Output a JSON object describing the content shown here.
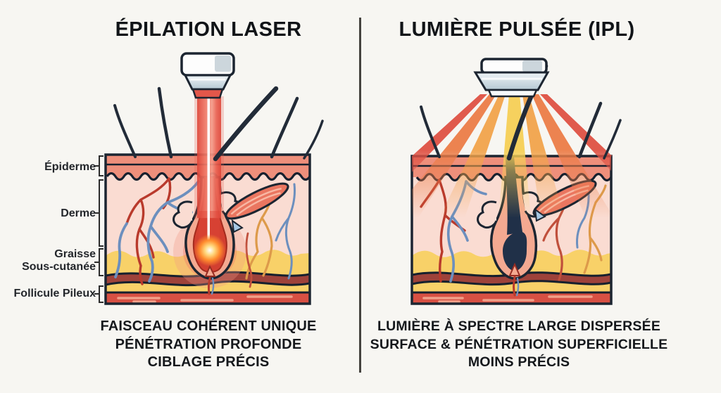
{
  "left": {
    "title": "ÉPILATION LASER",
    "labels": {
      "epidermis": "Épiderme",
      "dermis": "Derme",
      "fat_line1": "Graisse",
      "fat_line2": "Sous-cutanée",
      "follicle": "Follicule Pileux"
    },
    "captions": [
      "FAISCEAU COHÉRENT UNIQUE",
      "PÉNÉTRATION PROFONDE",
      "CIBLAGE PRÉCIS"
    ]
  },
  "right": {
    "title": "LUMIÈRE PULSÉE (IPL)",
    "captions": [
      "LUMIÈRE À SPECTRE LARGE DISPERSÉE",
      "SURFACE & PÉNÉTRATION SUPERFICIELLE",
      "MOINS PRÉCIS"
    ]
  },
  "palette": {
    "background": "#f7f6f2",
    "text": "#15181c",
    "outline": "#1c2531",
    "laser_red": "#e2574a",
    "beam_core_white": "#ffffff",
    "glow_orange": "#ff8c2e",
    "epidermis": "#ee8f7b",
    "dermis": "#fadcd2",
    "fat_yellow": "#f8d168",
    "deep_band_red": "#9e423a",
    "muscle_red": "#d85043",
    "muscle_streak": "#f0a089",
    "hair_dark": "#222b38",
    "follicle_wall": "#f4a991",
    "bulb_red": "#d23f30",
    "vessel_red": "#b93a2c",
    "vessel_blue": "#6c8fbe",
    "vessel_orange": "#dd9a4a",
    "ipl_red": "#df5244",
    "ipl_orange": "#ec7d48",
    "ipl_amber": "#f2a44c",
    "ipl_yellow": "#f6cf56",
    "device_gray": "#ccd6dc"
  }
}
